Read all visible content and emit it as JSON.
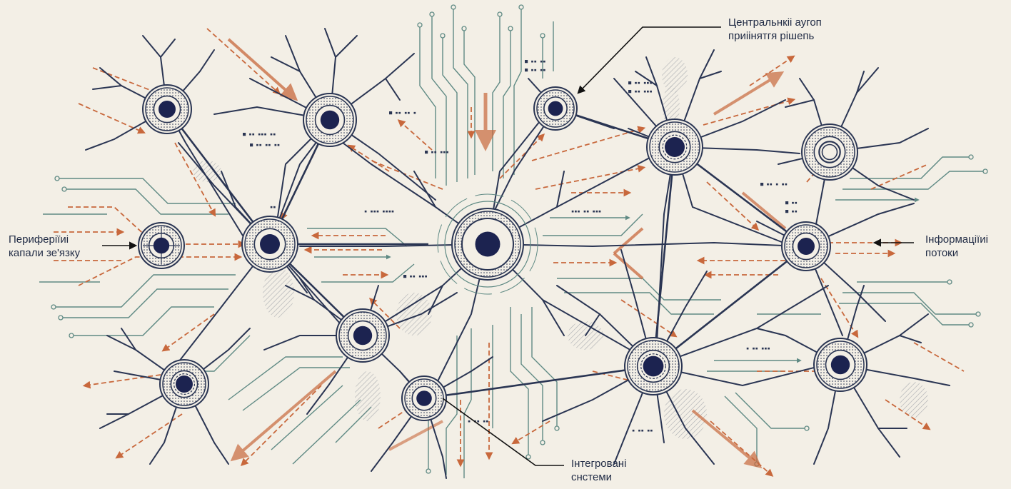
{
  "labels": {
    "central_hub": {
      "line1": "Центральнкіі аугоп",
      "line2": "приіінятгя рішепь"
    },
    "peripheral_channels": {
      "line1": "Периферіїиі",
      "line2": "капали зе'язку"
    },
    "information_flows": {
      "line1": "Інформаціїиі",
      "line2": "потоки"
    },
    "integrated_systems": {
      "line1": "Інтегровані",
      "line2": "снстеми"
    }
  },
  "colors": {
    "background": "#f3efe6",
    "neuron": "#2a3553",
    "nucleus": "#1c2350",
    "circuit": "#5f8a84",
    "flow_arrow": "#c8683c",
    "label_text": "#1f2a44"
  },
  "icons": {
    "node": "neuron-node-icon",
    "arrow": "flow-arrow-icon"
  }
}
